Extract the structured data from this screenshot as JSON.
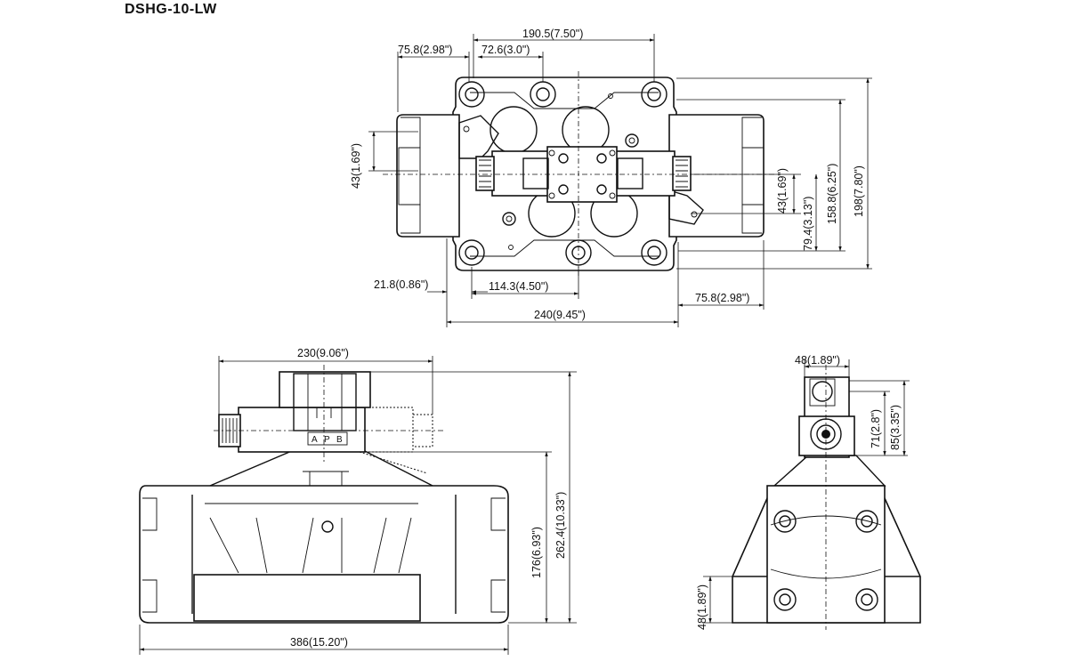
{
  "title": "DSHG-10-LW",
  "top_view": {
    "dims": {
      "width_190": "190.5(7.50\")",
      "left_75": "75.8(2.98\")",
      "offset_72": "72.6(3.0\")",
      "height_43_left": "43(1.69\")",
      "height_43_right": "43(1.69\")",
      "height_79": "79.4(3.13\")",
      "height_158": "158.8(6.25\")",
      "height_198": "198(7.80\")",
      "left_21": "21.8(0.86\")",
      "bottom_114": "114.3(4.50\")",
      "right_75": "75.8(2.98\")",
      "width_240": "240(9.45\")"
    }
  },
  "front_view": {
    "dims": {
      "width_230": "230(9.06\")",
      "height_176": "176(6.93\")",
      "height_262": "262.4(10.33\")",
      "width_386": "386(15.20\")"
    },
    "port_letters": [
      "A",
      "P",
      "B"
    ]
  },
  "side_view": {
    "dims": {
      "width_48": "48(1.89\")",
      "height_71": "71(2.8\")",
      "height_85": "85(3.35\")",
      "height_48": "48(1.89\")"
    }
  }
}
